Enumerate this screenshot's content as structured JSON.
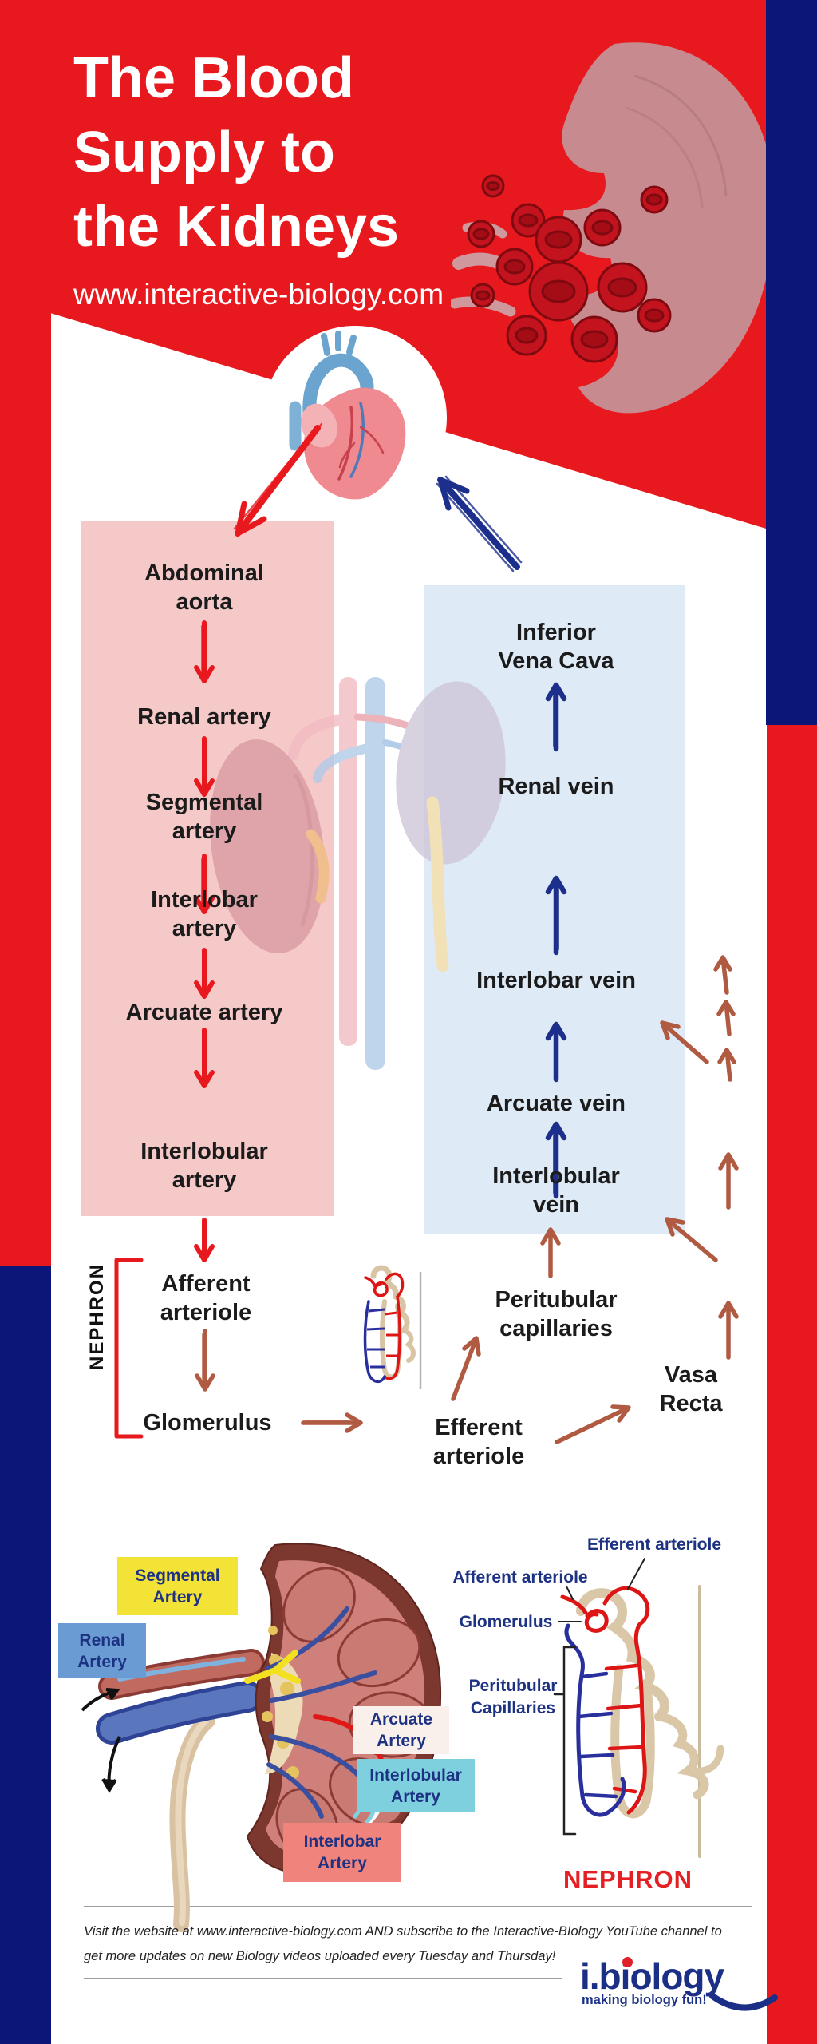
{
  "colors": {
    "red": "#e8191e",
    "navy": "#0b1778",
    "artery_box": "#f6c9c9",
    "vein_box": "#dfeaf7",
    "red_arrow": "#e8191e",
    "navy_arrow": "#1c2f8c",
    "brown_arrow": "#b05a42",
    "label_navy_text": "#1d3282",
    "yellow_label": "#f3e336",
    "blue_label": "#6a9bd3",
    "white_label": "#f9efeb",
    "cyan_label": "#7ed0de",
    "salmon_label": "#f0837b",
    "nephron_caption_red": "#e42025"
  },
  "header": {
    "title": "The Blood\nSupply to\nthe Kidneys",
    "website": "www.interactive-biology.com"
  },
  "flow": {
    "arteries": [
      {
        "label": "Abdominal\naorta"
      },
      {
        "label": "Renal artery"
      },
      {
        "label": "Segmental\nartery"
      },
      {
        "label": "Interlobar\nartery"
      },
      {
        "label": "Arcuate artery"
      },
      {
        "label": "Interlobular\nartery"
      }
    ],
    "veins": [
      {
        "label": "Inferior\nVena Cava"
      },
      {
        "label": "Renal vein"
      },
      {
        "label": "Interlobar vein"
      },
      {
        "label": "Arcuate vein"
      },
      {
        "label": "Interlobular\nvein"
      }
    ],
    "nephron": {
      "bracket_label": "NEPHRON",
      "afferent": "Afferent\narteriole",
      "glomerulus": "Glomerulus",
      "efferent": "Efferent\narteriole",
      "peritubular": "Peritubular\ncapillaries",
      "vasa_recta": "Vasa\nRecta"
    }
  },
  "kidney_diagram": {
    "labels": [
      {
        "label": "Segmental\nArtery"
      },
      {
        "label": "Renal\nArtery"
      },
      {
        "label": "Arcuate\nArtery"
      },
      {
        "label": "Interlobular\nArtery"
      },
      {
        "label": "Interlobar\nArtery"
      }
    ]
  },
  "nephron_diagram": {
    "efferent": "Efferent arteriole",
    "afferent": "Afferent arteriole",
    "glomerulus": "Glomerulus",
    "peritubular": "Peritubular\nCapillaries",
    "caption": "NEPHRON"
  },
  "footer": {
    "note": "Visit the website at www.interactive-biology.com AND subscribe to the Interactive-BIology YouTube channel to\nget more updates on new Biology videos uploaded every Tuesday and Thursday!",
    "logo_text": "i.biology",
    "logo_tagline": "making biology fun!"
  }
}
